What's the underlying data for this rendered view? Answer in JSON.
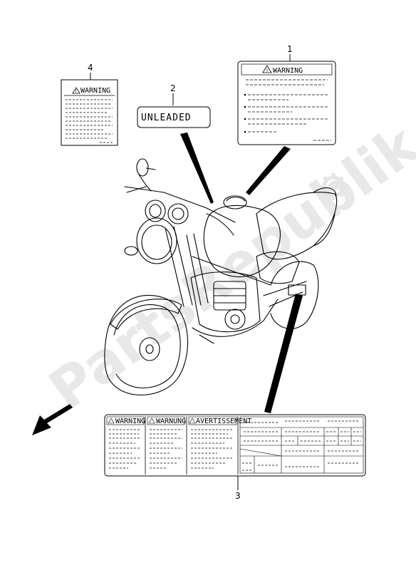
{
  "callouts": {
    "c1": "1",
    "c2": "2",
    "c3": "3",
    "c4": "4"
  },
  "labels": {
    "warning_top": "WARNING",
    "warning_small": "WARNING",
    "unleaded": "UNLEADED",
    "combo": {
      "warning": "WARNING",
      "warnung": "WARNUNG",
      "avertissement": "AVERTISSEMENT"
    }
  },
  "watermark": {
    "text": "PartsRepublik"
  },
  "icons": {
    "front_direction": "arrow-down-left-icon",
    "gear": "gear-icon",
    "warning_triangle": "warning-triangle-icon"
  }
}
